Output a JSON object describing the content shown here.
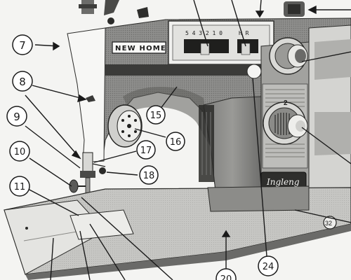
{
  "diagram": {
    "brand": "NEW HOME",
    "model_script": "Ingleng",
    "stitch_scale": "5 4 3 2 1 0",
    "hr_label": "H  R",
    "dial_number": "2",
    "corner_number": "32"
  },
  "callouts": {
    "c7": "7",
    "c8": "8",
    "c9": "9",
    "c10": "10",
    "c11": "11",
    "c15": "15",
    "c16": "16",
    "c17": "17",
    "c18": "18",
    "c20": "20",
    "c24": "24"
  },
  "colors": {
    "page": "#f4f4f2",
    "machine_body": "#8a8a88",
    "machine_dark": "#3a3a38",
    "base_plate": "#bfbfbc",
    "ink": "#1a1a1a"
  }
}
